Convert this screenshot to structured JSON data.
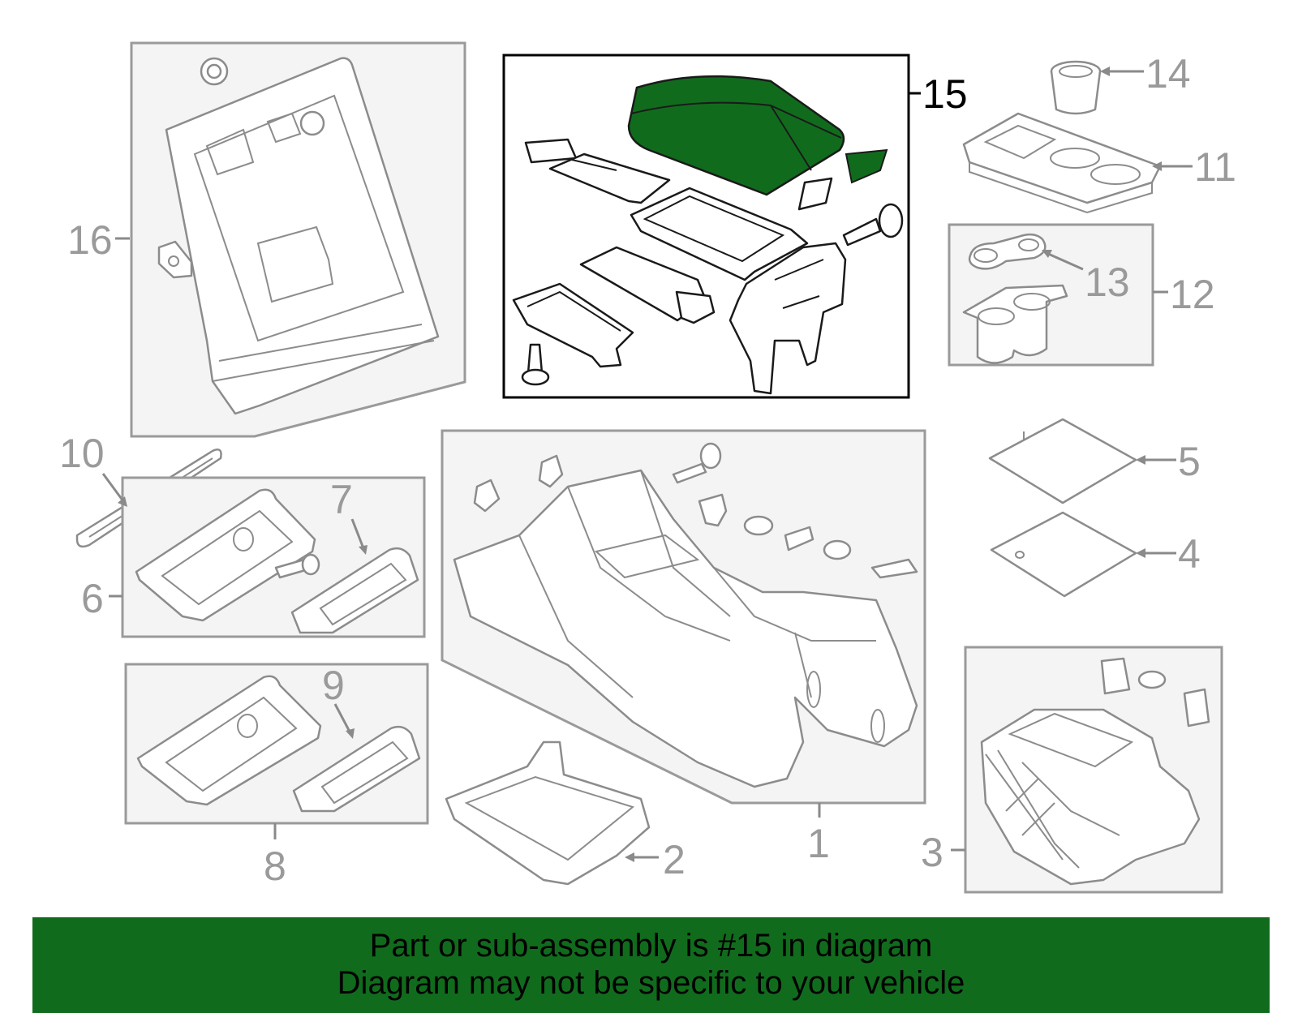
{
  "highlighted_part": "15",
  "colors": {
    "highlight": "#116b1d",
    "banner": "#116b1d",
    "line_gray": "#8c8c8c",
    "selected_outline": "#000000"
  },
  "callouts": {
    "c1": "1",
    "c2": "2",
    "c3": "3",
    "c4": "4",
    "c5": "5",
    "c6": "6",
    "c7": "7",
    "c8": "8",
    "c9": "9",
    "c10": "10",
    "c11": "11",
    "c12": "12",
    "c13": "13",
    "c14": "14",
    "c15": "15",
    "c16": "16"
  },
  "banner": {
    "line1": "Part or sub-assembly is #15 in diagram",
    "line2": "Diagram may not be specific to your vehicle"
  }
}
